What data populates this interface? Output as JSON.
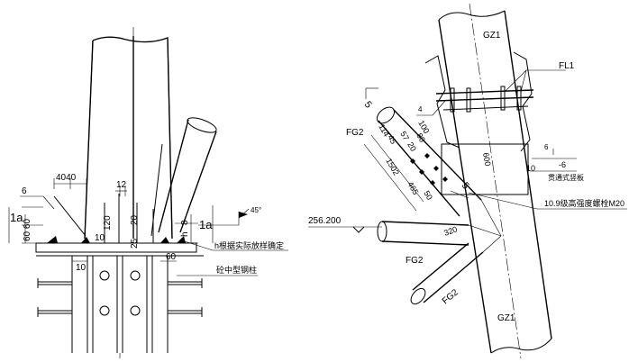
{
  "left_detail": {
    "dim_40_40": "4040",
    "dim_12": "12",
    "dim_6": "6",
    "dim_1a_left": "1a",
    "dim_60_60": "60 60",
    "dim_10_top": "10",
    "dim_120": "120",
    "dim_20": "20",
    "dim_25": "25",
    "dim_h": "h",
    "dim_8": "8",
    "dim_1a_right": "1a",
    "dim_45": "45°",
    "dim_10_bottom": "10",
    "dim_60": "60",
    "note_h": "h根据实际放样确定",
    "note_column": "砼中型钢柱"
  },
  "right_detail": {
    "gz1_top": "GZ1",
    "fl1": "FL1",
    "weld_4": "4",
    "weld_6": "6",
    "plate_thk": "-6",
    "plate_name": "贯通式竖板",
    "fg2_top": "FG2",
    "dim_5_top": "5",
    "dims_left": [
      "114",
      "45",
      "57",
      "20",
      "80",
      "100"
    ],
    "dim_1502": "1502",
    "dim_465": "465",
    "dim_50": "50",
    "dim_600": "600",
    "dim_10": "10",
    "dim_5_mid": "5",
    "bolt_note": "10.9级高强度螺栓M20",
    "elevation": "256.200",
    "dim_320": "320",
    "fg2_mid": "FG2",
    "fg2_bottom": "FG2",
    "gz1_bottom": "GZ1"
  }
}
